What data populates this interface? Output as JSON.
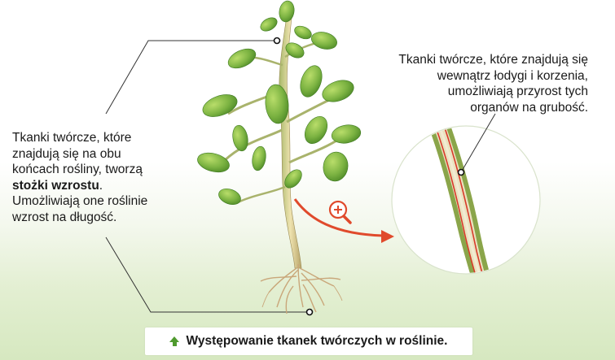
{
  "left_note": {
    "line1": "Tkanki twórcze, które",
    "line2": "znajdują się na obu",
    "line3": "końcach rośliny, tworzą",
    "bold": "stożki wzrostu",
    "after_bold": ".",
    "line5": "Umożliwiają one roślinie",
    "line6": "wzrost na długość."
  },
  "right_note": {
    "line1": "Tkanki twórcze, które znajdują się",
    "line2": "wewnątrz łodygi i korzenia,",
    "line3": "umożliwiają przyrost tych",
    "line4": "organów na grubość."
  },
  "caption": {
    "text": "Występowanie tkanek twórczych w roślinie.",
    "icon": "arrow-up-icon"
  },
  "colors": {
    "leaf": "#7cb342",
    "stem": "#e6d39a",
    "meristem_line": "#d83a2a",
    "arrow": "#e04a2c",
    "caption_icon": "#4f9a2e"
  }
}
